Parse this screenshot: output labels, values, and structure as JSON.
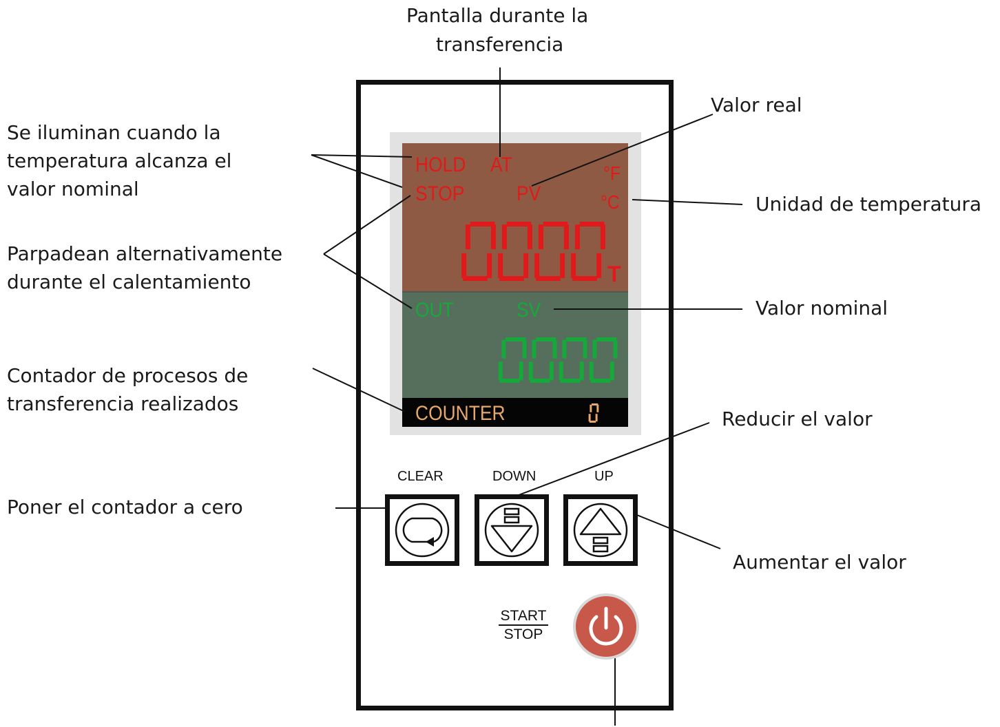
{
  "annotations": {
    "display_transfer": [
      "Pantalla durante la",
      "transferencia"
    ],
    "lights_setpoint": [
      "Se iluminan cuando la",
      "temperatura alcanza el",
      "valor nominal"
    ],
    "blink_heating": [
      "Parpadean alternativamente",
      "durante el calentamiento"
    ],
    "counter": [
      "Contador de procesos de",
      "transferencia realizados"
    ],
    "reset_counter": "Poner el contador a cero",
    "actual_value": "Valor real",
    "temp_unit": "Unidad de temperatura",
    "nominal_value": "Valor nominal",
    "reduce_value": "Reducir el valor",
    "increase_value": "Aumentar el valor"
  },
  "display": {
    "hold": "HOLD",
    "at": "AT",
    "stop": "STOP",
    "pv": "PV",
    "unit_f": "°F",
    "unit_c": "°C",
    "pv_digits": "0000",
    "pv_suffix": "T",
    "out": "OUT",
    "sv": "SV",
    "sv_digits": "0000",
    "counter_label": "COUNTER",
    "counter_value": "0"
  },
  "controls": {
    "clear": "CLEAR",
    "down": "DOWN",
    "up": "UP",
    "start": "START",
    "stop": "STOP"
  },
  "colors": {
    "pv_panel": "#8f5a43",
    "sv_panel": "#566f5c",
    "pv_text": "#e01a1a",
    "sv_text": "#16a83a",
    "counter_text": "#e8a86b",
    "power_button": "#c8584a"
  },
  "icons": {
    "clear": "circular-arrow-icon",
    "down": "down-arrow-icon",
    "up": "up-arrow-icon",
    "power": "power-icon"
  }
}
